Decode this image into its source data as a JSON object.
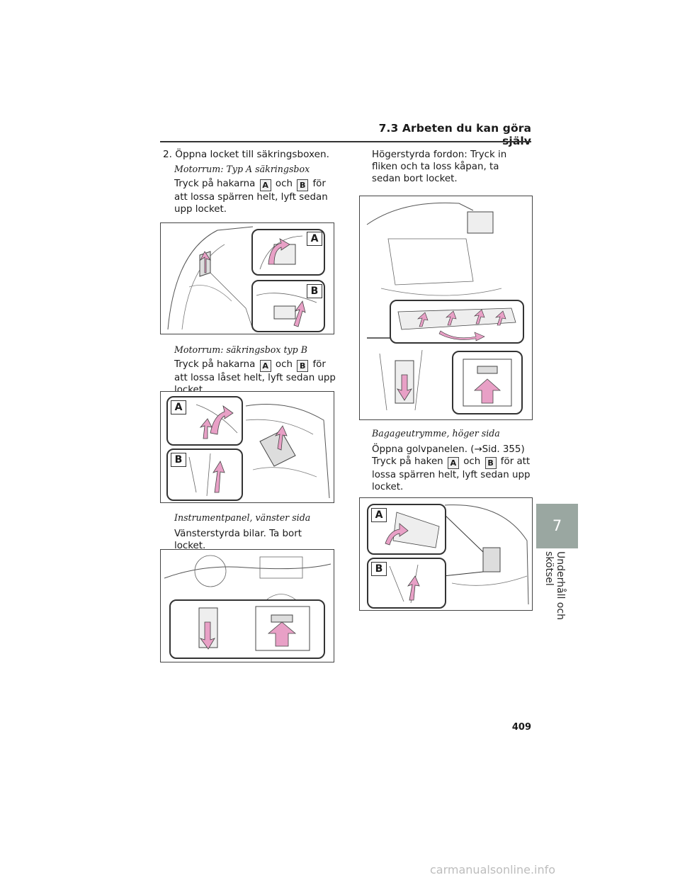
{
  "header": {
    "section": "7.3  Arbeten du kan göra själv"
  },
  "side": {
    "chapter_number": "7",
    "chapter_label": "Underhåll och skötsel"
  },
  "left": {
    "step": "2. Öppna locket till säkringsboxen.",
    "cap1": "Motorrum: Typ A säkringsbox",
    "text1_a": "Tryck på hakarna",
    "text1_b": "och",
    "text1_c": "för att lossa spärren helt, lyft sedan upp locket.",
    "cap2": "Motorrum: säkringsbox typ B",
    "text2_a": "Tryck på hakarna",
    "text2_b": "och",
    "text2_c": "för att lossa låset helt, lyft sedan upp locket.",
    "cap3": "Instrumentpanel, vänster sida",
    "text3": "Vänsterstyrda bilar. Ta bort locket."
  },
  "right": {
    "text1": "Högerstyrda fordon: Tryck in fliken och ta loss kåpan, ta sedan bort locket.",
    "cap2": "Bagageutrymme, höger sida",
    "text2_a": "Öppna golvpanelen. (→Sid. 355)",
    "text2_b": "Tryck på haken",
    "text2_c": "och",
    "text2_d": "för att lossa spärren helt, lyft sedan upp locket."
  },
  "labels": {
    "a": "A",
    "b": "B"
  },
  "page_number": "409",
  "watermark": "carmanualsonline.info",
  "colors": {
    "arrow": "#e8a0c6",
    "tab": "#9aa7a1"
  }
}
